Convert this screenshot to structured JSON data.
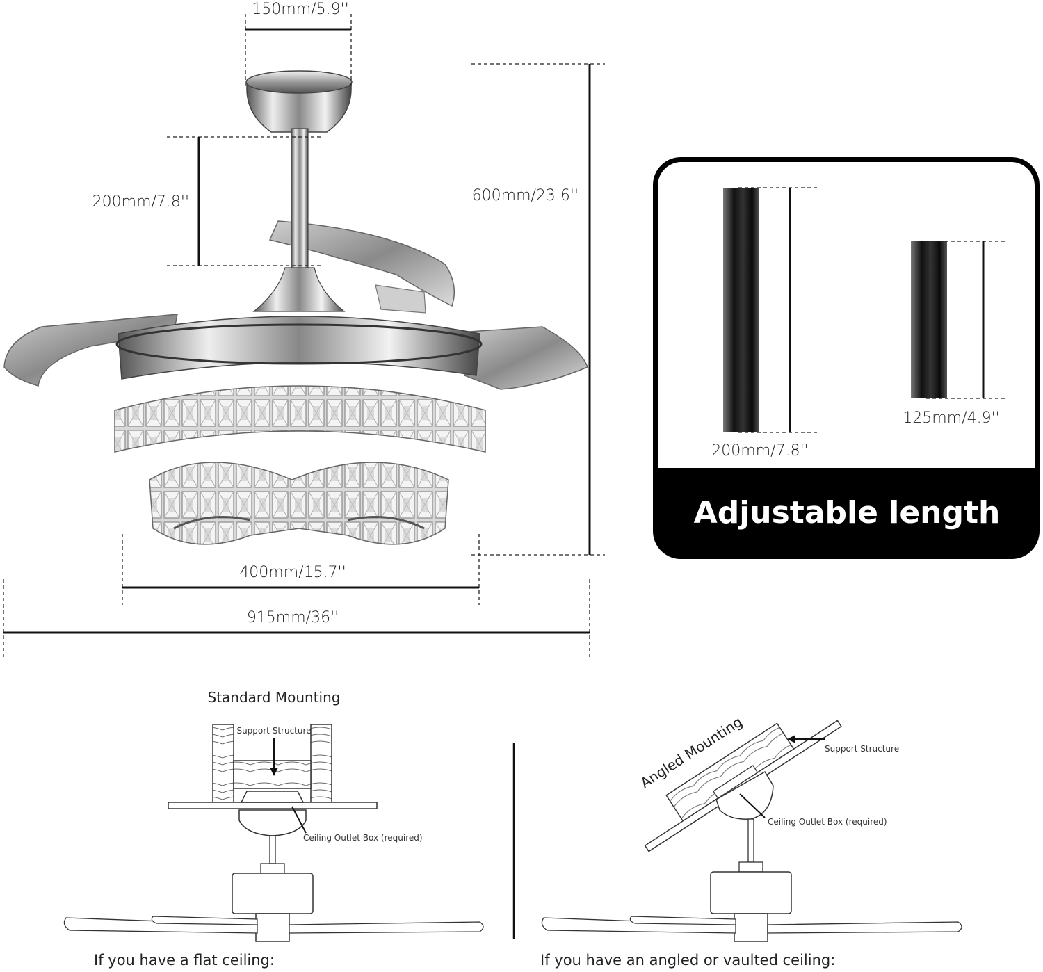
{
  "dimensions": {
    "canopy_width": "150mm/5.9''",
    "downrod_length": "200mm/7.8''",
    "overall_height": "600mm/23.6''",
    "light_diameter": "400mm/15.7''",
    "blade_span": "915mm/36''"
  },
  "adjustable_panel": {
    "long_rod_label": "200mm/7.8''",
    "short_rod_label": "125mm/4.9''",
    "banner": "Adjustable length"
  },
  "standard_mounting": {
    "title": "Standard Mounting",
    "support_label": "Support Structure",
    "outlet_label": "Ceiling Outlet Box (required)",
    "caption": "If you have  a flat ceiling:"
  },
  "angled_mounting": {
    "title": "Angled Mounting",
    "support_label": "Support Structure",
    "outlet_label": "Ceiling Outlet Box (required)",
    "caption": "If you have an angled or vaulted ceiling:"
  }
}
